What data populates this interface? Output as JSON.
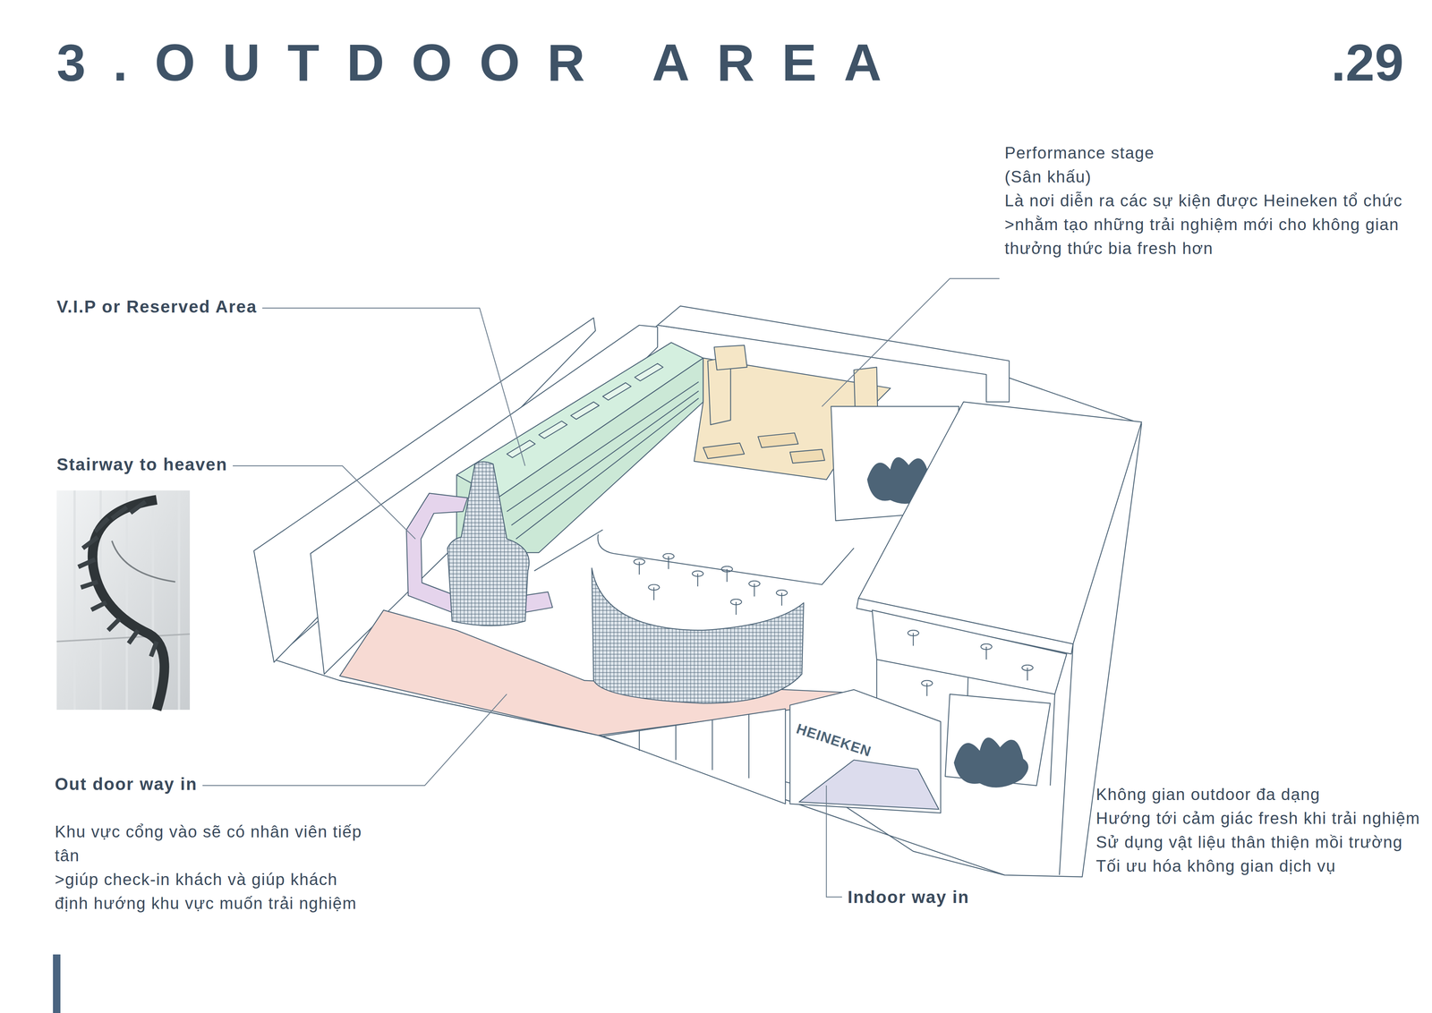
{
  "diagram": {
    "title": "3.OUTDOOR AREA",
    "labels": [
      ".29",
      "Performance stage",
      "(Sân khấu)",
      "Là nơi diễn ra các sự kiện được Heineken tổ chức",
      ">nhằm tạo những trải nghiệm mới cho không gian thưởng thức bia fresh hơn",
      "V.I.P or Reserved Area",
      "Stairway to heaven",
      "Out door way in",
      "Khu vực cổng vào sẽ có nhân viên tiếp tân",
      ">giúp check-in khách và giúp khách định hướng khu vực muốn trải nghiệm",
      "HEINEKEN",
      "Indoor way in",
      "Không gian outdoor đa dạng",
      "Hướng tới cảm giác fresh khi trải nghiệm",
      "Sử dụng vật liệu thân thiện mồi trường",
      "Tối ưu hóa không gian dịch vụ"
    ]
  }
}
